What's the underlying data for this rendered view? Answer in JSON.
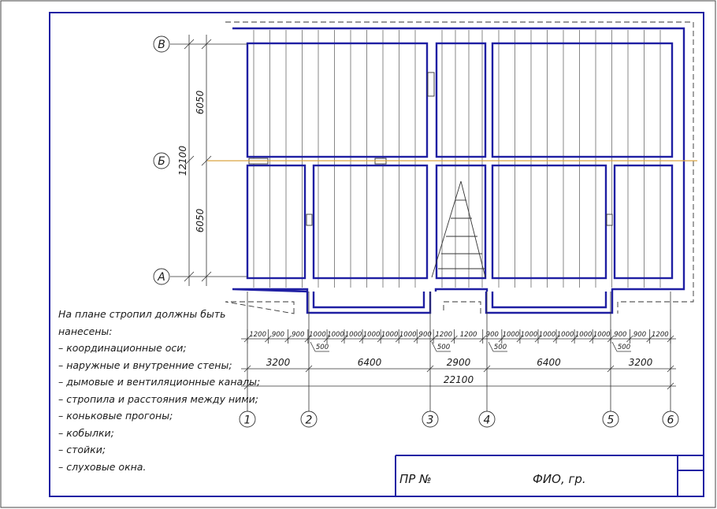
{
  "axes": {
    "letters": [
      {
        "id": "B",
        "label": "В"
      },
      {
        "id": "Bsoft",
        "label": "Б"
      },
      {
        "id": "A",
        "label": "А"
      }
    ],
    "numbers": [
      "1",
      "2",
      "3",
      "4",
      "5",
      "6"
    ]
  },
  "vertical_dimensions": {
    "upper": "6050",
    "lower": "6050",
    "total": "12100"
  },
  "dimensions": {
    "row1": [
      "1200",
      "900",
      "900",
      "1000",
      "1000",
      "1000",
      "1000",
      "1000",
      "1000",
      "900",
      "1200",
      "1200",
      "900",
      "1000",
      "1000",
      "1000",
      "1000",
      "1000",
      "1000",
      "900",
      "900",
      "1200"
    ],
    "row1_offsets": [
      "500",
      "500",
      "500",
      "500"
    ],
    "row2": [
      "3200",
      "6400",
      "2900",
      "6400",
      "3200"
    ],
    "overall": "22100"
  },
  "note": {
    "heading_line1": "На плане стропил должны быть",
    "heading_line2": "нанесены:",
    "items": [
      "– координационные оси;",
      "– наружные и внутренние стены;",
      "– дымовые и вентиляционные каналы;",
      "– стропила и расстояния между ними;",
      "– коньковые прогоны;",
      "– кобылки;",
      "– стойки;",
      "– слуховые окна."
    ]
  },
  "title_block": {
    "project_label": "ПР №",
    "author_label": "ФИО, гр."
  },
  "colors": {
    "frame": "#1f1fa3",
    "walls": "#1f1fa3",
    "lines": "#333333",
    "axis_center": "#d9a441"
  }
}
